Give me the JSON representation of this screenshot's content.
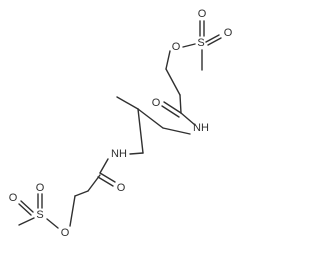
{
  "molecule": {
    "atoms": {
      "o_ester_top": "O",
      "s_top": "S",
      "o_s_top_up": "O",
      "o_s_top_right": "O",
      "o_amide_top": "O",
      "n_top": "NH",
      "n_bottom": "NH",
      "o_amide_bottom": "O",
      "s_bottom": "S",
      "o_s_bottom_up": "O",
      "o_s_bottom_left": "O",
      "o_ester_bottom": "O"
    }
  }
}
